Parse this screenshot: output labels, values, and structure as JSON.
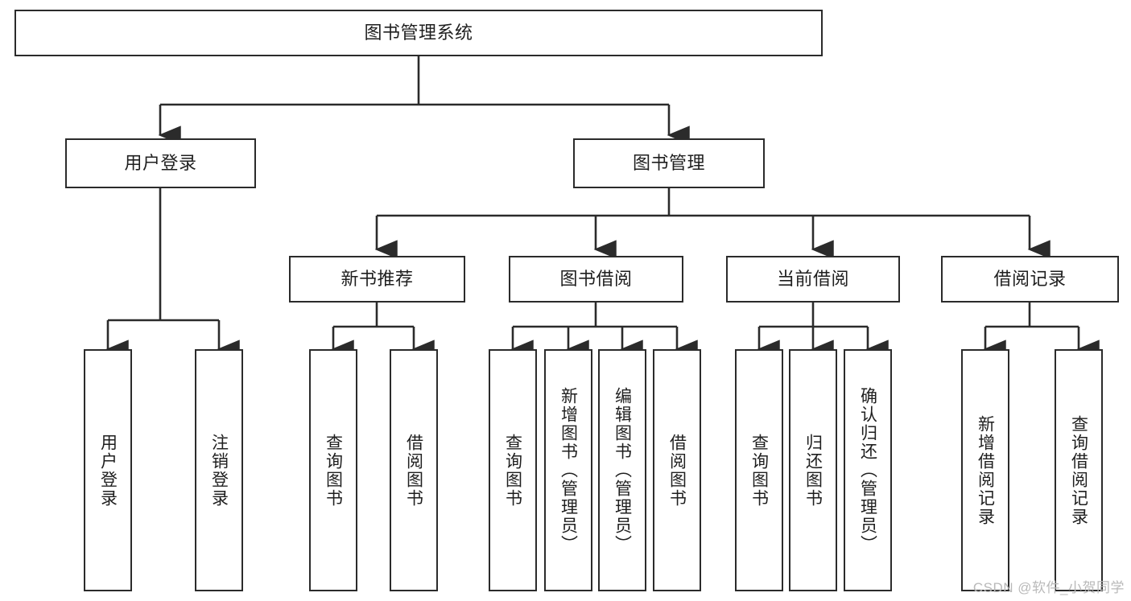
{
  "diagram": {
    "title": "图书管理系统",
    "type": "tree-hierarchy-chart",
    "colors": {
      "background": "#ffffff",
      "box_border": "#2b2b2b",
      "box_fill": "#ffffff",
      "connector": "#2b2b2b",
      "text": "#1f1f1f",
      "watermark": "#b9b9b9"
    },
    "root": {
      "label": "图书管理系统"
    },
    "level2": [
      {
        "label": "用户登录"
      },
      {
        "label": "图书管理"
      }
    ],
    "level3": [
      {
        "label": "新书推荐"
      },
      {
        "label": "图书借阅"
      },
      {
        "label": "当前借阅"
      },
      {
        "label": "借阅记录"
      }
    ],
    "leaves": {
      "user_login": [
        {
          "label": "用户登录"
        },
        {
          "label": "注销登录"
        }
      ],
      "new_book_recommend": [
        {
          "label": "查询图书"
        },
        {
          "label": "借阅图书"
        }
      ],
      "book_borrow": [
        {
          "label": "查询图书"
        },
        {
          "label": "新增图书（管理员）"
        },
        {
          "label": "编辑图书（管理员）"
        },
        {
          "label": "借阅图书"
        }
      ],
      "current_borrow": [
        {
          "label": "查询图书"
        },
        {
          "label": "归还图书"
        },
        {
          "label": "确认归还（管理员）"
        }
      ],
      "borrow_record": [
        {
          "label": "新增借阅记录"
        },
        {
          "label": "查询借阅记录"
        }
      ]
    }
  },
  "watermark": {
    "text": "CSDN @软件_小贺同学"
  }
}
